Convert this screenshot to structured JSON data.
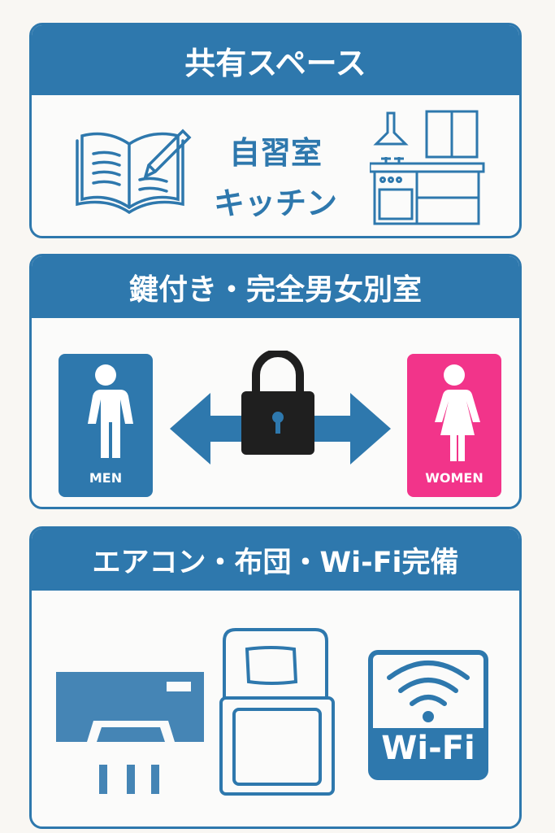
{
  "colors": {
    "primary": "#2e78ad",
    "women": "#f2348a",
    "background": "#f9f7f3"
  },
  "panels": [
    {
      "title": "共有スペース",
      "items": [
        "自習室",
        "キッチン"
      ],
      "icons": [
        "open-book-pencil-icon",
        "kitchen-icon"
      ]
    },
    {
      "title": "鍵付き・完全男女別室",
      "men_label": "MEN",
      "women_label": "WOMEN",
      "icons": [
        "men-icon",
        "double-arrow-icon",
        "padlock-icon",
        "women-icon"
      ]
    },
    {
      "title": "エアコン・布団・Wi-Fi完備",
      "wifi_label": "Wi-Fi",
      "icons": [
        "air-conditioner-icon",
        "futon-icon",
        "wifi-icon"
      ]
    }
  ]
}
